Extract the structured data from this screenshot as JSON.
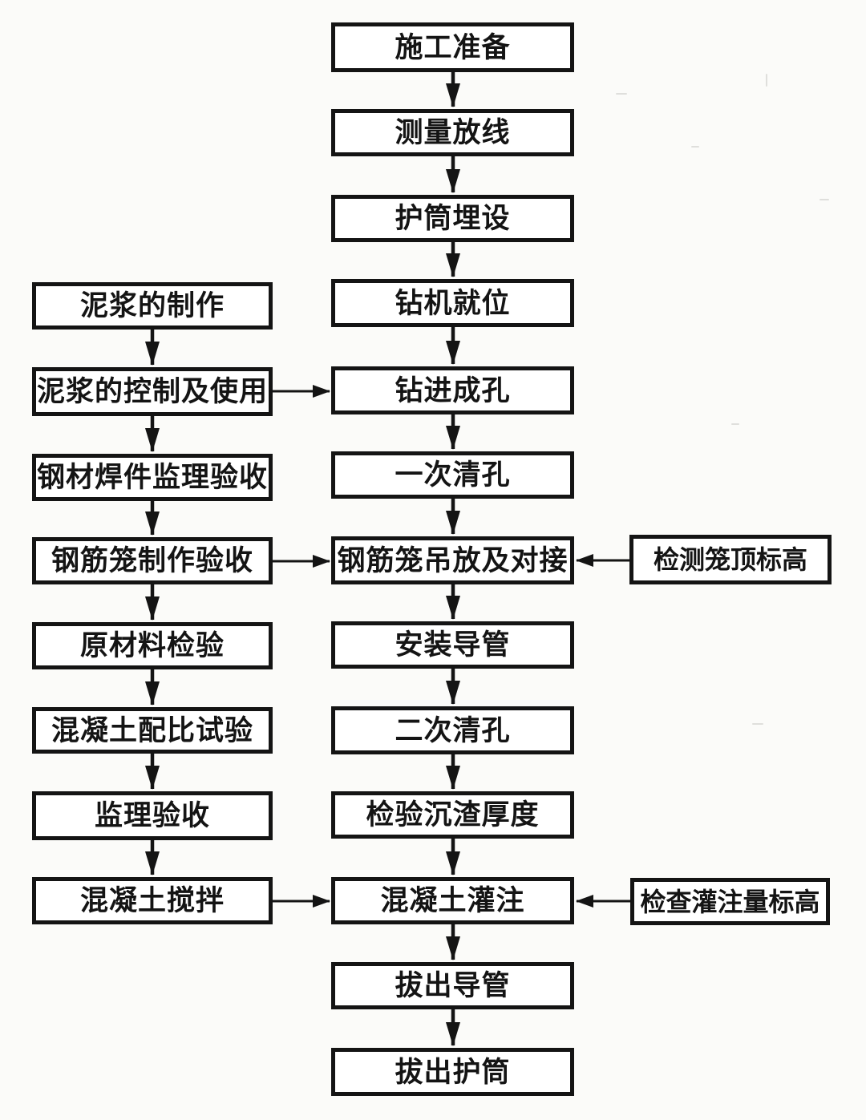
{
  "flowchart": {
    "main_column": [
      {
        "label": "施工准备"
      },
      {
        "label": "测量放线"
      },
      {
        "label": "护筒埋设"
      },
      {
        "label": "钻机就位"
      },
      {
        "label": "钻进成孔"
      },
      {
        "label": "一次清孔"
      },
      {
        "label": "钢筋笼吊放及对接"
      },
      {
        "label": "安装导管"
      },
      {
        "label": "二次清孔"
      },
      {
        "label": "检验沉渣厚度"
      },
      {
        "label": "混凝土灌注"
      },
      {
        "label": "拔出导管"
      },
      {
        "label": "拔出护筒"
      }
    ],
    "left_column": [
      {
        "label": "泥浆的制作"
      },
      {
        "label": "泥浆的控制及使用"
      },
      {
        "label": "钢材焊件监理验收"
      },
      {
        "label": "钢筋笼制作验收"
      },
      {
        "label": "原材料检验"
      },
      {
        "label": "混凝土配比试验"
      },
      {
        "label": "监理验收"
      },
      {
        "label": "混凝土搅拌"
      }
    ],
    "right_column": [
      {
        "label": "检测笼顶标高"
      },
      {
        "label": "检查灌注量标高"
      }
    ],
    "colors": {
      "background": "#fbfbf9",
      "box_fill": "#ffffff",
      "box_border": "#141414",
      "text": "#141414",
      "arrow": "#141414"
    }
  }
}
